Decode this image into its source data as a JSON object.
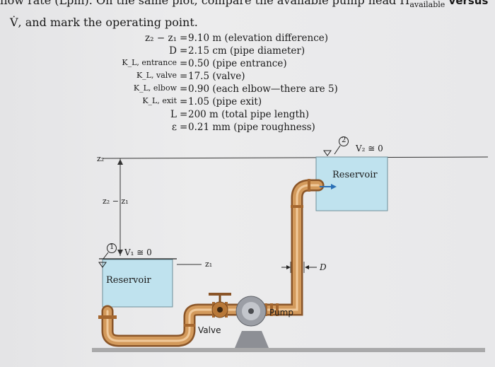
{
  "header": {
    "cut_text": "flow rate (Lpm). On the same plot, compare the available pump head H",
    "cut_sub": "available",
    "cut_end": " versus",
    "line2": "V̇, and mark the operating point."
  },
  "given": [
    {
      "lhs": "z₂ − z₁",
      "rhs": "9.10 m (elevation difference)"
    },
    {
      "lhs": "D",
      "rhs": "2.15 cm (pipe diameter)"
    },
    {
      "lhs": "K_L, entrance",
      "rhs": "0.50 (pipe entrance)"
    },
    {
      "lhs": "K_L, valve",
      "rhs": "17.5 (valve)"
    },
    {
      "lhs": "K_L, elbow",
      "rhs": "0.90 (each elbow—there are 5)"
    },
    {
      "lhs": "K_L, exit",
      "rhs": "1.05 (pipe exit)"
    },
    {
      "lhs": "L",
      "rhs": "200 m  (total pipe length)"
    },
    {
      "lhs": "ε",
      "rhs": "0.21 mm (pipe roughness)"
    }
  ],
  "diagram": {
    "z2_label": "z₂",
    "dz_label": "z₂ − z₁",
    "z1_label": "z₁",
    "point1": "1",
    "point2": "2",
    "v1_label": "V₁ ≅ 0",
    "v2_label": "V₂ ≅ 0",
    "reservoir_left": "Reservoir",
    "reservoir_right": "Reservoir",
    "valve_label": "Valve",
    "pump_label": "Pump",
    "d_label": "D",
    "water_color": "#bfe2ee",
    "pipe_color": "#c98a4b",
    "pipe_dark": "#8a5528"
  }
}
